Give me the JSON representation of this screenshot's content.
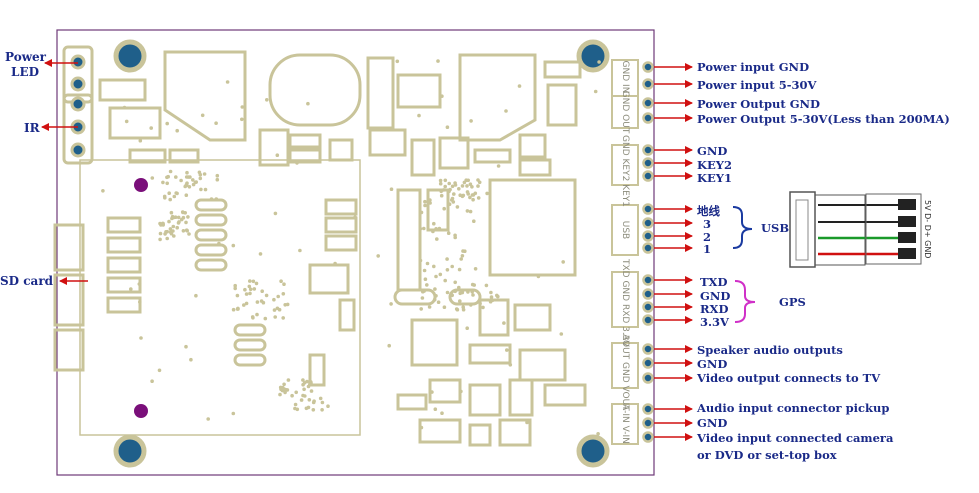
{
  "left_labels": {
    "power_led": "Power LED",
    "ir": "IR",
    "sd_card": "SD card"
  },
  "right_labels": {
    "power_input_gnd": "Power input GND",
    "power_input_5_30v": "Power input 5-30V",
    "power_output_gnd": "Power Output GND",
    "power_output_5_30v": "Power Output 5-30V(Less than 200MA)",
    "key_gnd": "GND",
    "key2": "KEY2",
    "key1": "KEY1",
    "usb_ground": "地线",
    "usb_3": "3",
    "usb_2": "2",
    "usb_1": "1",
    "txd": "TXD",
    "gps_gnd": "GND",
    "rxd": "RXD",
    "v33": "3.3V",
    "speaker": "Speaker audio outputs",
    "av_gnd": "GND",
    "video_out": "Video output connects to TV",
    "audio_in": "Audio input connector pickup",
    "ain_gnd": "GND",
    "video_in_1": "Video input connected camera",
    "video_in_2": "or DVD or set-top box"
  },
  "group_labels": {
    "usb": "USB",
    "gps": "GPS"
  },
  "silkscreen": {
    "in": "GND IN",
    "out": "GND OUT",
    "key": "GND KEY2 KEY1",
    "usb": "USB",
    "gps": "TXD GND RXD 3.3V",
    "aout": "AOUT GND VOUT",
    "ain": "A-IN V-IN"
  },
  "usb_plug": {
    "pins": [
      "5V",
      "D-",
      "D+",
      "GND"
    ]
  },
  "colors": {
    "board_outline": "#6e3a78",
    "trace": "#c9c49a",
    "pad_fill": "#1f5f8a",
    "arrow": "#d01010",
    "label": "#1a2a88",
    "usb_brace": "#1a3aa0",
    "gps_brace": "#d030c8",
    "via": "#7a0f7a"
  }
}
